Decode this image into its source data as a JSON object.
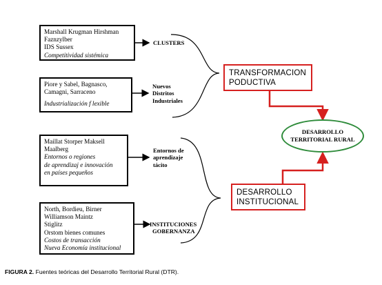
{
  "sources": [
    {
      "lines": [
        "Marshall  Krugman  Hirshman",
        "Faznzylber",
        "IDS Sussex"
      ],
      "italic_lines": [
        "Competitividad sistémica"
      ]
    },
    {
      "lines": [
        "Piore y Sabel, Bagnasco,",
        "Camagni, Sarraceno"
      ],
      "italic_lines": [
        "Industrialización f lexible"
      ]
    },
    {
      "lines": [
        "Maillat Storper Maksell",
        "Maalberg"
      ],
      "italic_lines": [
        "Entornos o regiones",
        " de aprendizaj e  innovación",
        "en países pequeños"
      ]
    },
    {
      "lines": [
        "North, Bordieu, Birner",
        "Williamson Maintz",
        "Stiglitz",
        "Orstom bienes comunes"
      ],
      "italic_lines": [
        "Costos de transacción",
        "Nueva Economía institucional"
      ]
    }
  ],
  "concepts": [
    {
      "lines": [
        "CLUSTERS"
      ]
    },
    {
      "lines": [
        "Nuevos",
        "Distritos",
        "Industriales"
      ]
    },
    {
      "lines": [
        "Entornos de",
        "aprendizaje",
        "tácito"
      ]
    },
    {
      "lines": [
        "INSTITUCIONES",
        "GOBERNANZA"
      ]
    }
  ],
  "outcomes": [
    {
      "lines": [
        "TRANSFORMACION",
        "PODUCTIVA"
      ]
    },
    {
      "lines": [
        "DESARROLLO",
        "INSTITUCIONAL"
      ]
    }
  ],
  "goal": {
    "lines": [
      "DESARROLLO",
      "TERRITORIAL RURAL"
    ]
  },
  "caption": {
    "label": "FIGURA 2.",
    "text": " Fuentes teóricas del Desarrollo Territorial Rural (DTR)."
  },
  "colors": {
    "outcome_border": "#d6201f",
    "goal_border": "#2e8b3a",
    "connector": "#d6201f"
  }
}
